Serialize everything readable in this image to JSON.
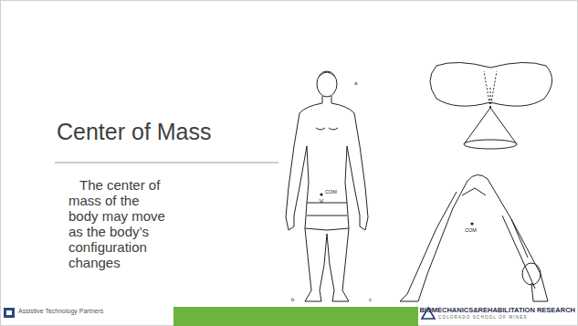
{
  "diagram": {
    "title": "Center of Mass",
    "labels": [
      "The center of mass of the body may move as the body’s configuration changes",
      "a",
      "COM",
      "COM",
      "b",
      "c",
      "Assistive Technology Partners",
      "BIOMECHANICS&REHABILITATION RESEARCH",
      "COLORADO SCHOOL OF MINES"
    ]
  }
}
